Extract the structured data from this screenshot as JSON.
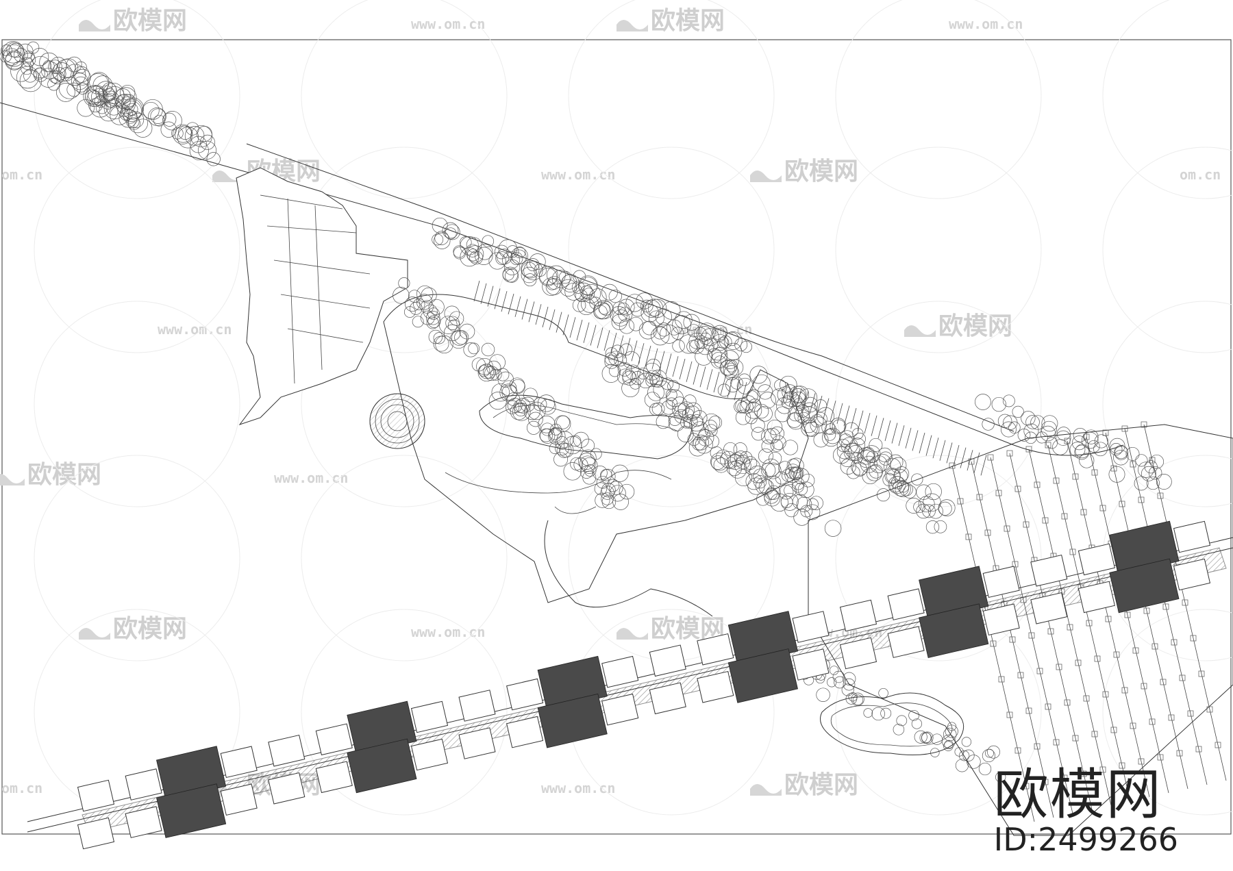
{
  "watermark": {
    "brand": "欧模网",
    "url": "www.om.cn",
    "url_partial": "om.cn"
  },
  "stamp": {
    "brand": "欧模网",
    "id_text": "ID:2499266"
  },
  "colors": {
    "linework": "#333333",
    "hatch_dark": "#4a4a4a",
    "watermark": "#cfcfcf"
  }
}
